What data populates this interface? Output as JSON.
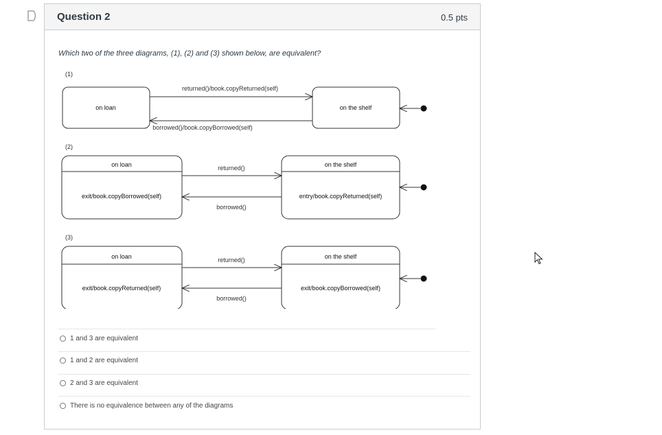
{
  "question": {
    "title": "Question 2",
    "points": "0.5 pts",
    "text": "Which two of the three diagrams, (1), (2) and (3) shown below, are equivalent?"
  },
  "diagrams": {
    "d1": {
      "label": "(1)",
      "left_state": "on loan",
      "right_state": "on the shelf",
      "top_transition": "returned()/book.copyReturned(self)",
      "bottom_transition": "borrowed()/book.copyBorrowed(self)"
    },
    "d2": {
      "label": "(2)",
      "left_state": "on loan",
      "left_action": "exit/book.copyBorrowed(self)",
      "right_state": "on the shelf",
      "right_action": "entry/book.copyReturned(self)",
      "top_transition": "returned()",
      "bottom_transition": "borrowed()"
    },
    "d3": {
      "label": "(3)",
      "left_state": "on loan",
      "left_action": "exit/book.copyReturned(self)",
      "right_state": "on the shelf",
      "right_action": "exit/book.copyBorrowed(self)",
      "top_transition": "returned()",
      "bottom_transition": "borrowed()"
    }
  },
  "options": [
    "1 and 3 are equivalent",
    "1 and 2 are equivalent",
    "2 and 3 are equivalent",
    "There is no equivalence between any of the diagrams"
  ],
  "icons": {
    "flag": "flag-outline-icon",
    "cursor": "mouse-pointer-icon"
  }
}
